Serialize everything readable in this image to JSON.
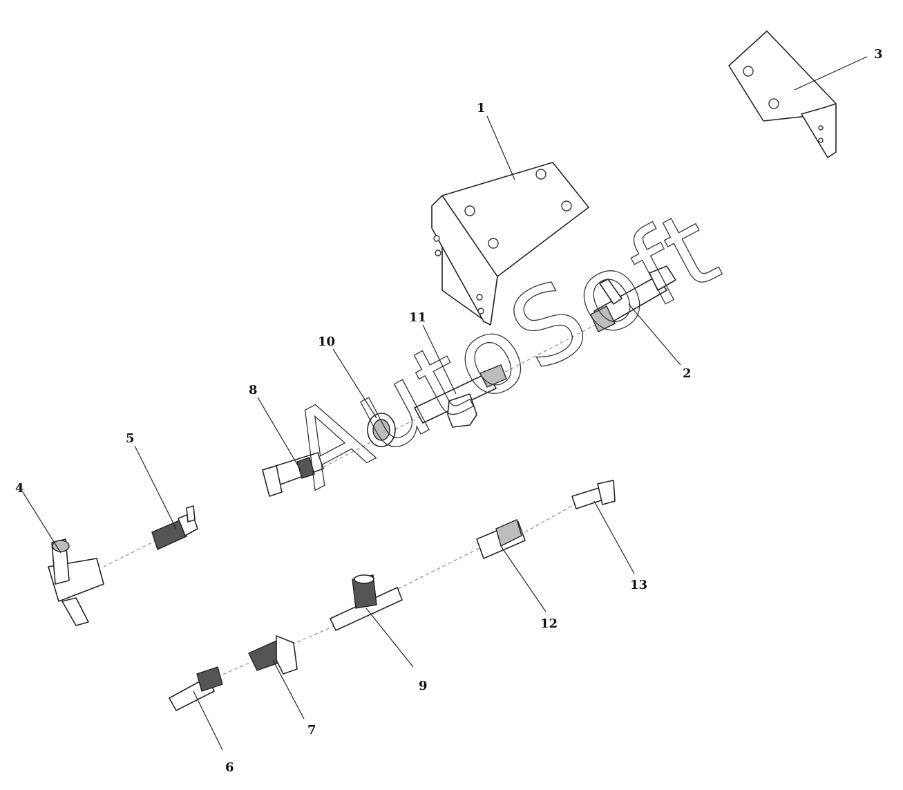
{
  "diagram": {
    "watermark": "AutoSoft",
    "callouts": [
      {
        "id": "1",
        "label": "1"
      },
      {
        "id": "2",
        "label": "2"
      },
      {
        "id": "3",
        "label": "3"
      },
      {
        "id": "4",
        "label": "4"
      },
      {
        "id": "5",
        "label": "5"
      },
      {
        "id": "6",
        "label": "6"
      },
      {
        "id": "7",
        "label": "7"
      },
      {
        "id": "8",
        "label": "8"
      },
      {
        "id": "9",
        "label": "9"
      },
      {
        "id": "10",
        "label": "10"
      },
      {
        "id": "11",
        "label": "11"
      },
      {
        "id": "12",
        "label": "12"
      },
      {
        "id": "13",
        "label": "13"
      }
    ]
  }
}
